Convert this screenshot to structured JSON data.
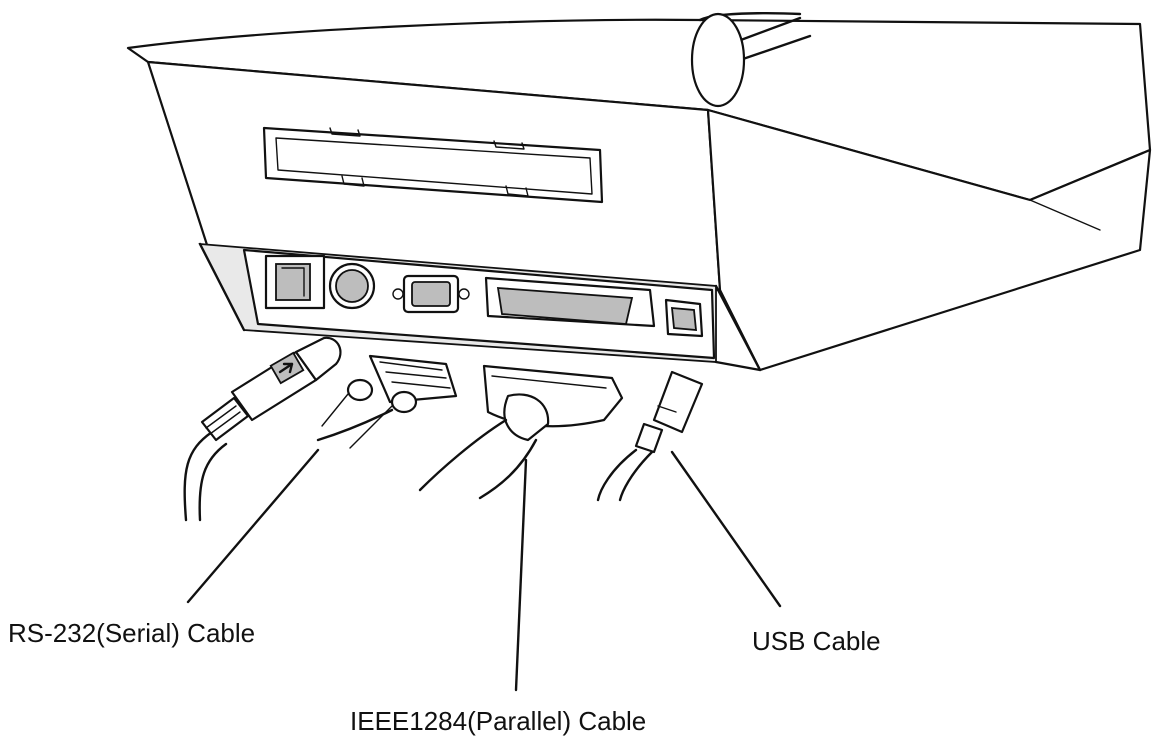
{
  "labels": {
    "serial": "RS-232(Serial) Cable",
    "parallel": "IEEE1284(Parallel) Cable",
    "usb": "USB Cable"
  },
  "colors": {
    "line": "#111111",
    "background": "#ffffff",
    "panel_shade": "#e9e9e9",
    "port_shade": "#bdbdbd"
  }
}
